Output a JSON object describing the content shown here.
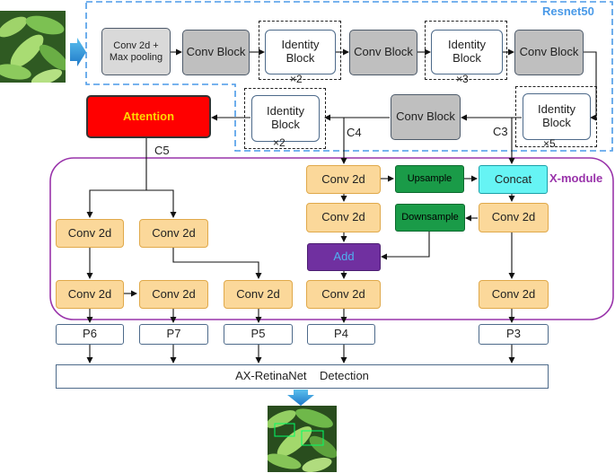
{
  "resnet_label": "Resnet50",
  "xmodule_label": "X-module",
  "backbone": {
    "conv_maxpool": [
      "Conv 2d +",
      "Max pooling"
    ],
    "conv_block": "Conv Block",
    "identity_block": [
      "Identity",
      "Block"
    ],
    "mult_2": "×2",
    "mult_3": "×3",
    "mult_5": "×5"
  },
  "attention": "Attention",
  "stage_labels": {
    "c3": "C3",
    "c4": "C4",
    "c5": "C5"
  },
  "conv2d": "Conv 2d",
  "upsample": "Upsample",
  "downsample": "Downsample",
  "concat": "Concat",
  "add": "Add",
  "outputs": {
    "p6": "P6",
    "p7": "P7",
    "p5": "P5",
    "p4": "P4",
    "p3": "P3"
  },
  "detection": "AX-RetinaNet    Detection",
  "colors": {
    "resnet_dash": "#4a9ae8",
    "xmodule_border": "#9933aa",
    "attention": "#ff0000",
    "attention_text": "#ffd700",
    "upsample": "#1a9b48",
    "concat": "#66f4f4",
    "add": "#7030a0",
    "conv2d": "#fbd89a"
  }
}
